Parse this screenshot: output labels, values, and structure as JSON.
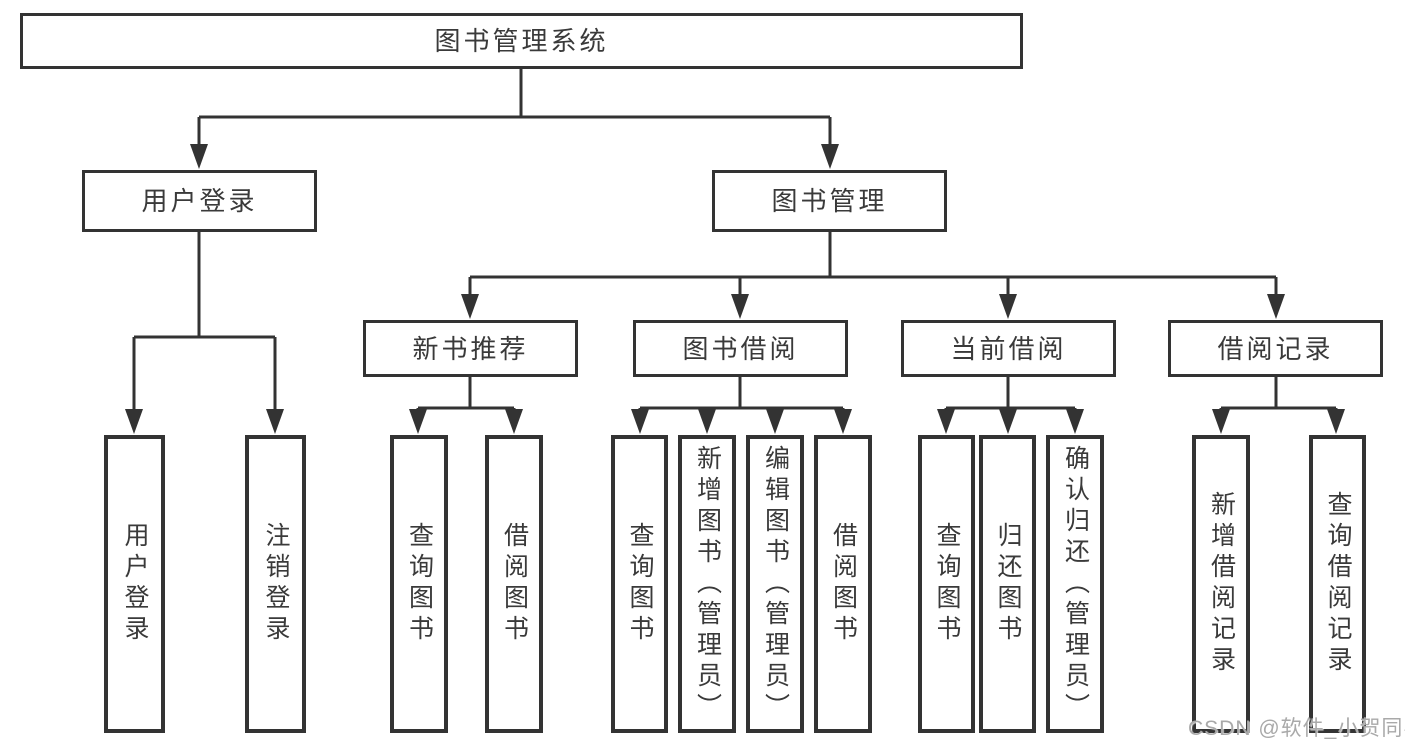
{
  "diagram": {
    "root": {
      "label": "图书管理系统"
    },
    "branches": [
      {
        "label": "用户登录",
        "children": [
          {
            "label": "用户登录"
          },
          {
            "label": "注销登录"
          }
        ]
      },
      {
        "label": "图书管理",
        "groups": [
          {
            "label": "新书推荐",
            "children": [
              {
                "label": "查询图书"
              },
              {
                "label": "借阅图书"
              }
            ]
          },
          {
            "label": "图书借阅",
            "children": [
              {
                "label": "查询图书"
              },
              {
                "label": "新增图书（管理员）"
              },
              {
                "label": "编辑图书（管理员）"
              },
              {
                "label": "借阅图书"
              }
            ]
          },
          {
            "label": "当前借阅",
            "children": [
              {
                "label": "查询图书"
              },
              {
                "label": "归还图书"
              },
              {
                "label": "确认归还（管理员）"
              }
            ]
          },
          {
            "label": "借阅记录",
            "children": [
              {
                "label": "新增借阅记录"
              },
              {
                "label": "查询借阅记录"
              }
            ]
          }
        ]
      }
    ]
  },
  "colors": {
    "line": "#333333",
    "text": "#3a3a3a",
    "watermark": "#a9a9a9"
  },
  "watermark": "CSDN @软件_小贺同学"
}
